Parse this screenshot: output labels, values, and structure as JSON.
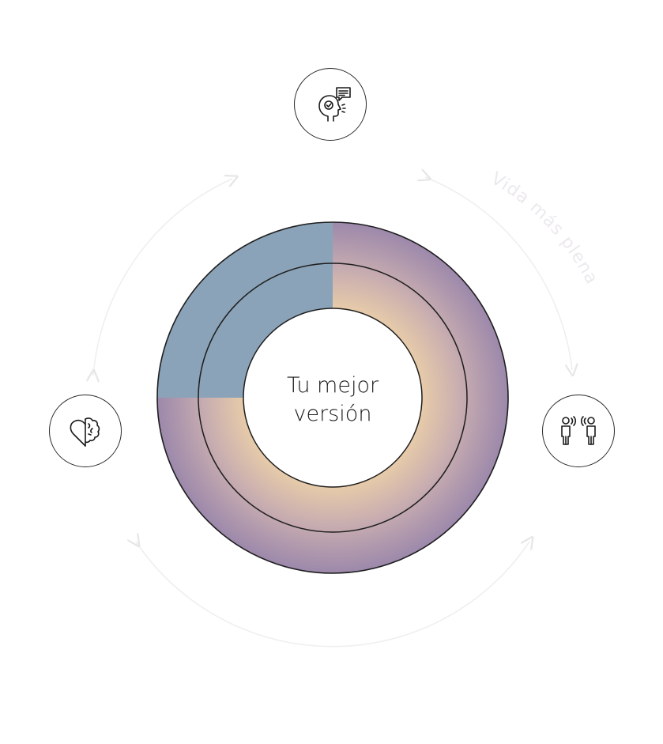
{
  "center": {
    "line1": "Tu mejor",
    "line2": "versión"
  },
  "arc_label": "Vida más plena",
  "nodes": {
    "top": {
      "icon": "speaking-head-icon"
    },
    "left": {
      "icon": "heart-brain-icon"
    },
    "right": {
      "icon": "two-people-talking-icon"
    }
  },
  "colors": {
    "blue_quadrant": "#8aa3b8",
    "ring_outer": "#a28aaf",
    "ring_inner": "#e6c7a6",
    "stroke": "#1e1e1e",
    "arc_arrows": "#ededed"
  }
}
